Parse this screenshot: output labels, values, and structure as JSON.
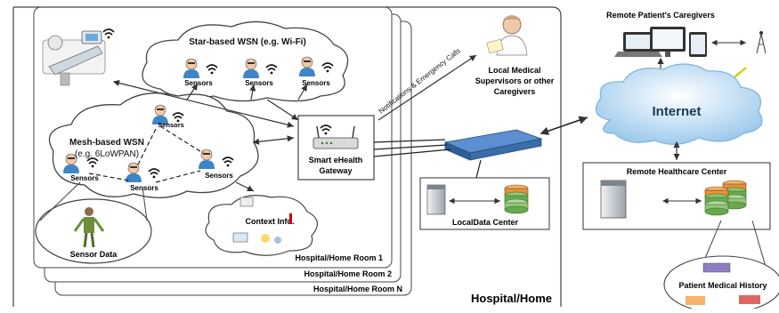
{
  "labels": {
    "star_wsn": "Star-based WSN (e.g. Wi-Fi)",
    "mesh_wsn_line1": "Mesh-based WSN",
    "mesh_wsn_line2": "(e.g. 6LoWPAN)",
    "sensors": "Sensors",
    "gateway_line1": "Smart eHealth",
    "gateway_line2": "Gateway",
    "notifications": "Notifications & Emergency Calls",
    "supervisors_line1": "Local Medical",
    "supervisors_line2": "Supervisors or other",
    "supervisors_line3": "Caregivers",
    "remote_caregivers": "Remote Patient's Caregivers",
    "internet": "Internet",
    "remote_center": "Remote Healthcare Center",
    "local_data_center": "LocalData Center",
    "context_info": "Context Info.",
    "sensor_data": "Sensor Data",
    "room1": "Hospital/Home Room 1",
    "room2": "Hospital/Home Room 2",
    "roomN": "Hospital/Home Room N",
    "hospital_home": "Hospital/Home",
    "patient_history": "Patient Medical History"
  },
  "colors": {
    "line": "#333333",
    "cloud_stroke": "#444444",
    "internet_fill": "#cfe6f7",
    "internet_text": "#1a3a5c",
    "switch_blue": "#3a6ea8",
    "db_green": "#6aa84f",
    "db_orange": "#e69138"
  },
  "icons": [
    "patient-sensor-icon",
    "wifi-icon",
    "router-icon",
    "switch-icon",
    "server-icon",
    "database-icon",
    "laptop-icon",
    "tablet-icon",
    "phone-icon",
    "antenna-icon",
    "doctor-icon",
    "hospital-bed-icon"
  ]
}
